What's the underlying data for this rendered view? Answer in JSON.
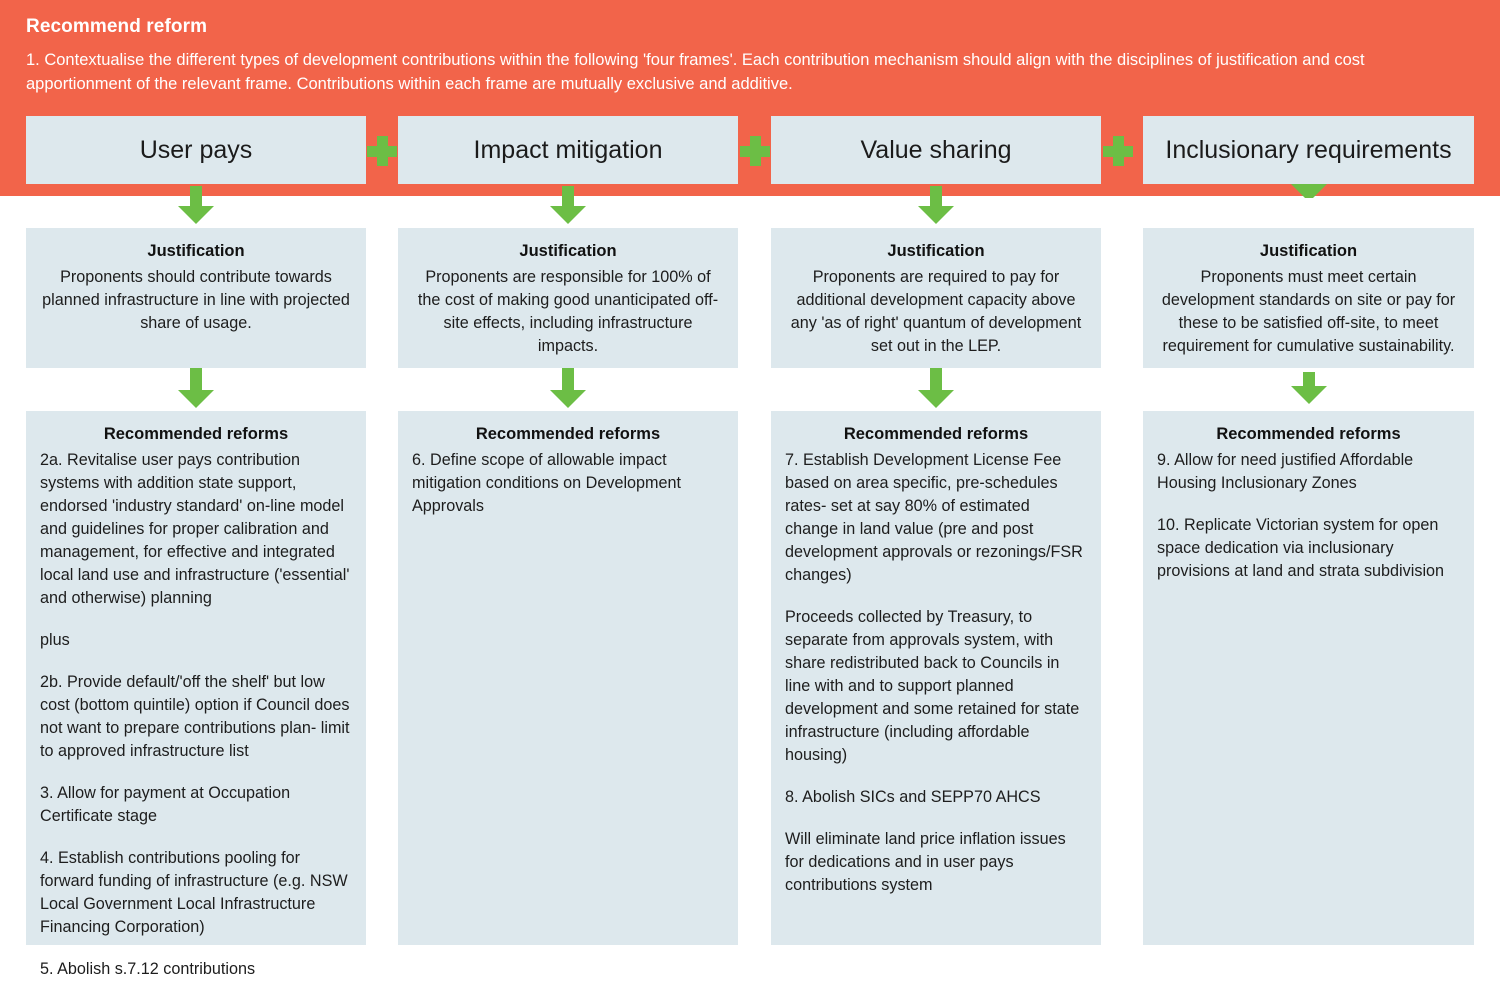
{
  "header": {
    "title": "Recommend reform",
    "body": "1. Contextualise the different types of development contributions within the following 'four frames'. Each contribution mechanism should align with the disciplines of justification and cost apportionment of the relevant frame. Contributions within each frame are mutually exclusive and additive."
  },
  "colors": {
    "band": "#f2644a",
    "card": "#dde8ed",
    "accent_green": "#6cbe45",
    "text_dark": "#1d1d1d",
    "text_light": "#ffffff"
  },
  "separators": {
    "plus_label": "+"
  },
  "columns": [
    {
      "frame": "User pays",
      "justification": {
        "title": "Justification",
        "text": "Proponents should contribute towards planned infrastructure in line with projected share of usage."
      },
      "reforms": {
        "title": "Recommended reforms",
        "paragraphs": [
          "2a. Revitalise user pays contribution systems with addition state support, endorsed 'industry standard' on-line model and guidelines for proper calibration and management, for effective and integrated local land use and infrastructure ('essential' and otherwise) planning",
          "plus",
          "2b. Provide default/'off the shelf' but low cost (bottom quintile) option if Council does not want to prepare contributions plan- limit to approved infrastructure list",
          "3. Allow for payment at Occupation Certificate stage",
          "4. Establish contributions pooling for forward funding of infrastructure (e.g. NSW Local Government Local Infrastructure Financing Corporation)",
          "5. Abolish s.7.12 contributions"
        ]
      }
    },
    {
      "frame": "Impact mitigation",
      "justification": {
        "title": "Justification",
        "text": "Proponents are responsible for 100% of the cost of making good unanticipated off-site effects, including infrastructure impacts."
      },
      "reforms": {
        "title": "Recommended reforms",
        "paragraphs": [
          "6. Define scope of allowable impact mitigation conditions on Development Approvals"
        ]
      }
    },
    {
      "frame": "Value sharing",
      "justification": {
        "title": "Justification",
        "text": "Proponents are required to pay for additional development capacity above any 'as of right' quantum of development set out in the LEP."
      },
      "reforms": {
        "title": "Recommended reforms",
        "paragraphs": [
          "7. Establish Development License Fee based on area specific, pre-schedules rates- set at say 80% of estimated change in land value (pre and post development approvals or rezonings/FSR changes)",
          "Proceeds collected by Treasury, to separate from approvals system, with share redistributed back to Councils in line with and to support planned development and some retained for state infrastructure (including affordable housing)",
          "8. Abolish SICs and SEPP70 AHCS",
          "Will eliminate land price inflation issues for dedications and in user pays contributions system"
        ]
      }
    },
    {
      "frame": "Inclusionary requirements",
      "justification": {
        "title": "Justification",
        "text": "Proponents must meet certain development standards on site or pay for these to be satisfied off-site, to meet requirement for cumulative sustainability."
      },
      "reforms": {
        "title": "Recommended reforms",
        "paragraphs": [
          "9. Allow for need justified Affordable Housing Inclusionary Zones",
          "10. Replicate Victorian system for open space dedication via inclusionary provisions at land and strata subdivision"
        ]
      }
    }
  ]
}
